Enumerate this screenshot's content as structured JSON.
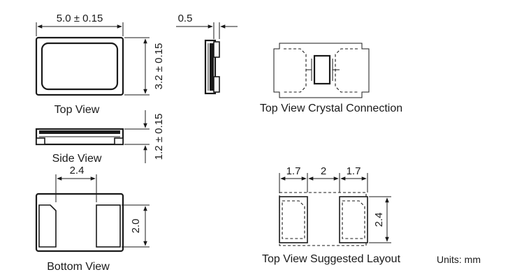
{
  "views": {
    "top": "Top View",
    "side": "Side View",
    "bottom": "Bottom View",
    "crystal": "Top View Crystal Connection",
    "layout": "Top View Suggested Layout"
  },
  "dimensions": {
    "length": "5.0 ± 0.15",
    "width": "3.2 ± 0.15",
    "thickness_side": "0.5",
    "height": "1.2 ± 0.15",
    "pad_pitch": "2.4",
    "pad_length": "2.0",
    "layout_pad_a": "1.7",
    "layout_gap": "2",
    "layout_pad_b": "1.7",
    "layout_height": "2.4"
  },
  "units": "Units: mm"
}
